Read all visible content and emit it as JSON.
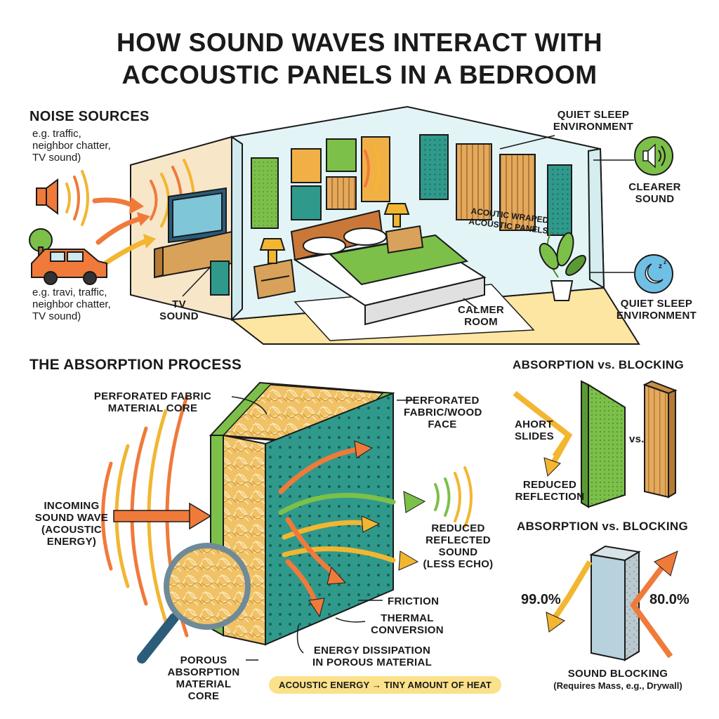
{
  "title": {
    "line1": "HOW SOUND WAVES INTERACT WITH",
    "line2": "ACCOUSTIC PANELS IN A BEDROOM"
  },
  "room_scene": {
    "noise_sources_heading": "NOISE SOURCES",
    "noise_sources_examples": [
      "e.g. traffic,",
      "neighbor chatter,",
      "TV sound)"
    ],
    "car_examples": [
      "e.g. travi, traffic,",
      "neighbor chatter,",
      "TV sound)"
    ],
    "tv_sound_label": [
      "TV",
      "SOUND"
    ],
    "quiet_sleep_top": [
      "QUIET SLEEP",
      "ENVIRONMENT"
    ],
    "panels_label": [
      "ACOUTIC WRAPED",
      "ACOUSTIC PANELS"
    ],
    "clearer_sound": [
      "CLEARER",
      "SOUND"
    ],
    "quiet_sleep_right": [
      "QUIET SLEEP",
      "ENVIRONMENT"
    ],
    "calmer_room": [
      "CALMER",
      "ROOM"
    ]
  },
  "absorption": {
    "heading": "THE ABSORPTION PROCESS",
    "core_label": [
      "PERFORATED FABRIC",
      "MATERIAL CORE"
    ],
    "face_label": [
      "PERFORATED",
      "FABRIC/WOOD",
      "FACE"
    ],
    "incoming_label": [
      "INCOMING",
      "SOUND WAVE",
      "(ACOUSTIC",
      "ENERGY)"
    ],
    "reflected_label": [
      "REDUCED",
      "REFLECTED",
      "SOUND",
      "(LESS ECHO)"
    ],
    "friction": "FRICTION",
    "thermal": [
      "THERMAL",
      "CONVERSION"
    ],
    "dissipation": [
      "ENERGY DISSIPATION",
      "IN POROUS MATERIAL"
    ],
    "porous_label": [
      "POROUS",
      "ABSORPTION",
      "MATERIAL CORE"
    ],
    "heat_pill": "ACOUSTIC ENERGY → TINY AMOUNT OF HEAT"
  },
  "comparison_top": {
    "heading": "ABSORPTION vs. BLOCKING",
    "arrow_label": [
      "AHORT",
      "SLIDES"
    ],
    "vs": "vs.",
    "reduced_reflection": [
      "REDUCED",
      "REFLECTION"
    ]
  },
  "comparison_bottom": {
    "heading": "ABSORPTION vs. BLOCKING",
    "left_value": "99.0%",
    "right_value": "80.0%",
    "blocking_title": "SOUND BLOCKING",
    "blocking_note": "(Requires Mass, e.g., Drywall)"
  },
  "colors": {
    "teal_panel": "#2f9a8c",
    "green_panel": "#7cc04a",
    "wood": "#d9a25a",
    "warm_arrow": "#f07a3a",
    "yellow_arrow": "#f2b631",
    "heat_pill": "#fbe18a"
  },
  "icons": [
    "speaker-icon",
    "car-icon",
    "tv-icon",
    "bed-icon",
    "plant-icon",
    "clearer-sound-icon",
    "moon-icon",
    "magnifier-icon"
  ]
}
